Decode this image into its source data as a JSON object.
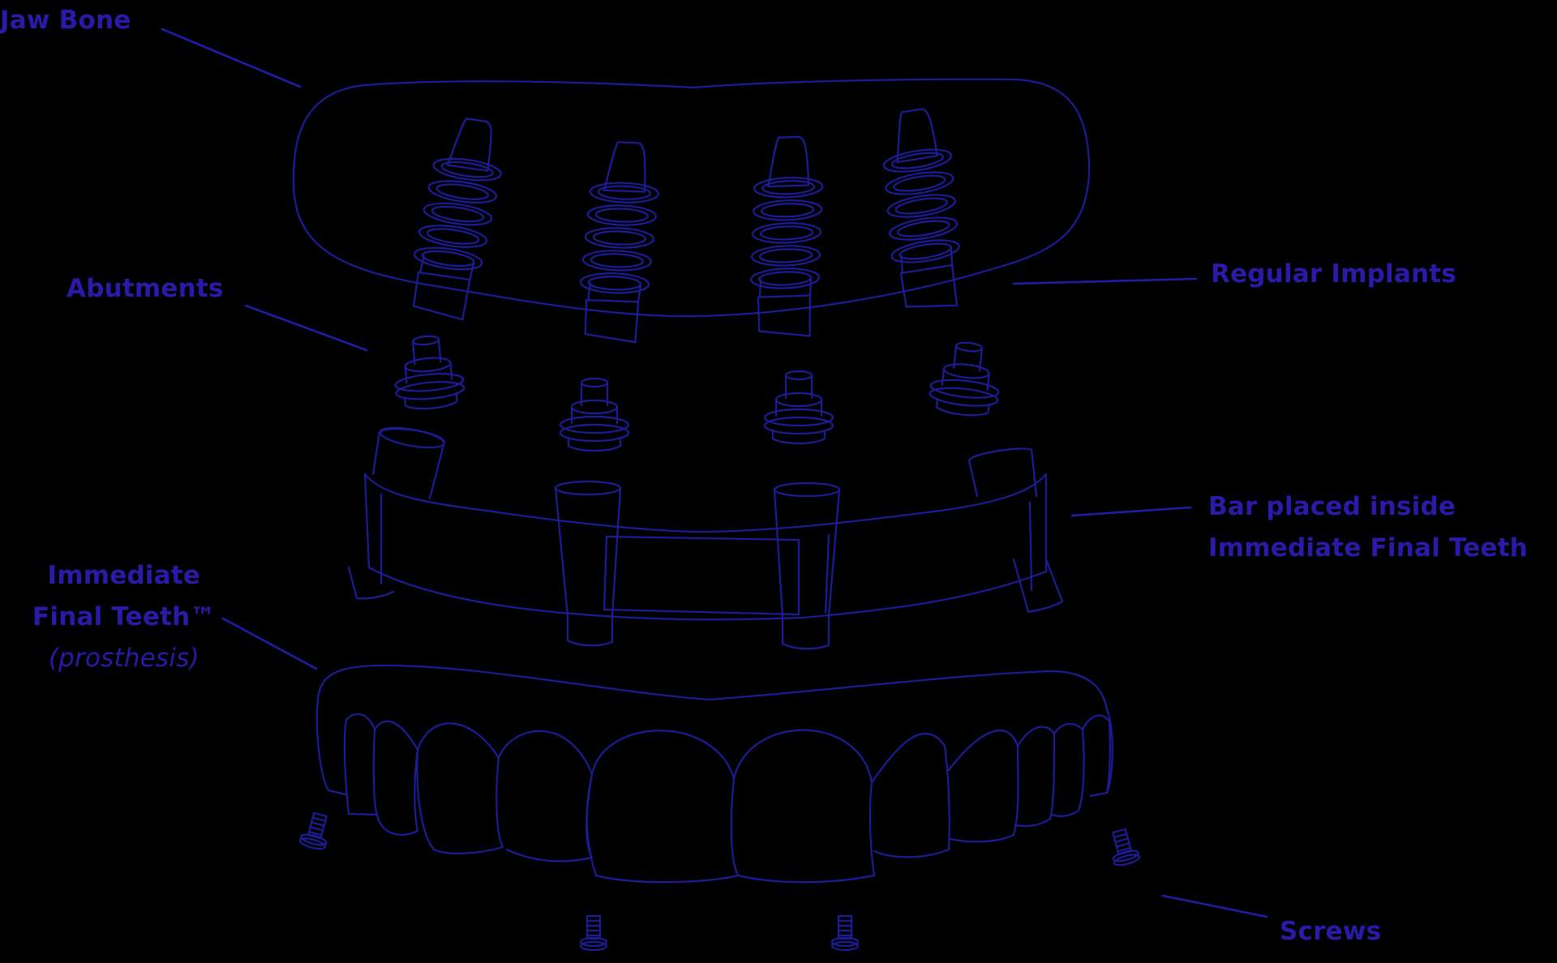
{
  "diagram": {
    "title": "All-on-4 Immediate Final Teeth exploded view",
    "colors": {
      "background": "#000000",
      "label_text": "#2b1aa8",
      "line_art": "#1c1c96"
    },
    "labels": {
      "jaw_bone": "Jaw Bone",
      "regular_implants": "Regular Implants",
      "abutments": "Abutments",
      "bar_line1": "Bar placed inside",
      "bar_line2": "Immediate Final Teeth",
      "prosthesis_line1": "Immediate",
      "prosthesis_line2": "Final Teeth™",
      "prosthesis_line3": "(prosthesis)",
      "screws": "Screws"
    },
    "components": [
      {
        "name": "Jaw Bone",
        "count": 1
      },
      {
        "name": "Regular Implants",
        "count": 4
      },
      {
        "name": "Abutments",
        "count": 4
      },
      {
        "name": "Bar",
        "count": 1
      },
      {
        "name": "Immediate Final Teeth (prosthesis)",
        "count": 1
      },
      {
        "name": "Screws",
        "count": 4
      }
    ]
  }
}
